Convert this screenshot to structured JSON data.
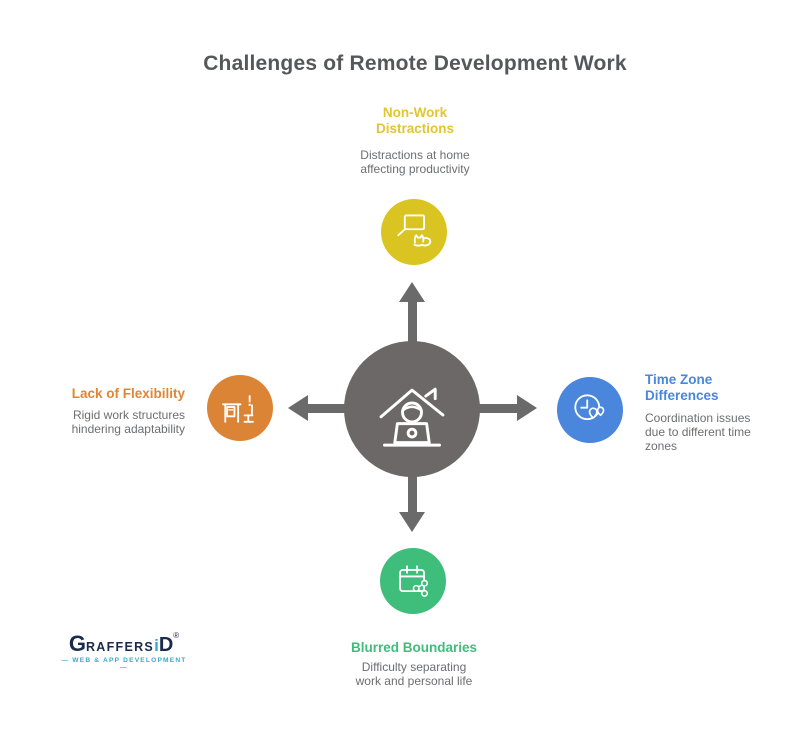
{
  "title": "Challenges of Remote Development Work",
  "hub": {
    "icon": "person-working-from-home-icon",
    "color": "#6B6867"
  },
  "challenges": {
    "top": {
      "label": "Non-Work\nDistractions",
      "description": "Distractions at home\naffecting productivity",
      "color": "#D9C421",
      "icon": "laptop-with-cat-icon"
    },
    "left": {
      "label": "Lack of Flexibility",
      "description": "Rigid work structures\nhindering adaptability",
      "color": "#DC8435",
      "icon": "desk-chair-alert-icon"
    },
    "right": {
      "label": "Time Zone\nDifferences",
      "description": "Coordination issues\ndue to different time\nzones",
      "color": "#4A86DB",
      "icon": "clock-timezones-icon"
    },
    "bottom": {
      "label": "Blurred Boundaries",
      "description": "Difficulty separating\nwork and personal life",
      "color": "#3FBE7B",
      "icon": "calendar-share-icon"
    }
  },
  "logo": {
    "g": "G",
    "raffers": "RAFFERS",
    "i": "i",
    "d": "D",
    "registered": "®",
    "tagline": "— WEB & APP DEVELOPMENT —"
  },
  "colors": {
    "title_text": "#565759",
    "body_text": "#6D6E71",
    "arrow": "#6A6A6A",
    "hub": "#6B6867",
    "yellow": "#D9C421",
    "orange": "#DC8435",
    "blue": "#4A86DB",
    "green": "#3FBE7B",
    "logo_navy": "#1B2B4D",
    "logo_teal": "#35AAC8"
  }
}
